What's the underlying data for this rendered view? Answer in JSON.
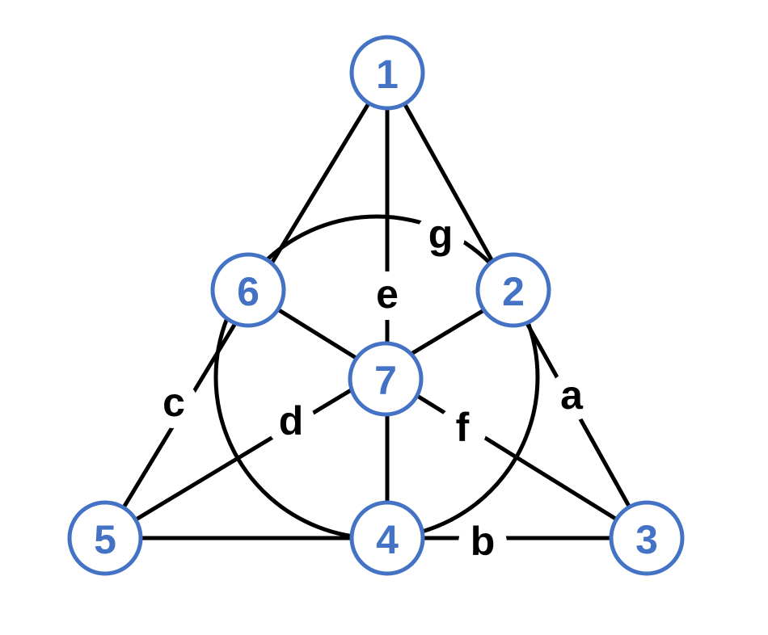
{
  "colors": {
    "node_stroke": "#4472c4",
    "node_text": "#4472c4",
    "edge": "#000000",
    "background": "#ffffff"
  },
  "nodes": {
    "n1": "1",
    "n2": "2",
    "n3": "3",
    "n4": "4",
    "n5": "5",
    "n6": "6",
    "n7": "7"
  },
  "lines": {
    "a": "a",
    "b": "b",
    "c": "c",
    "d": "d",
    "e": "e",
    "f": "f",
    "g": "g"
  }
}
